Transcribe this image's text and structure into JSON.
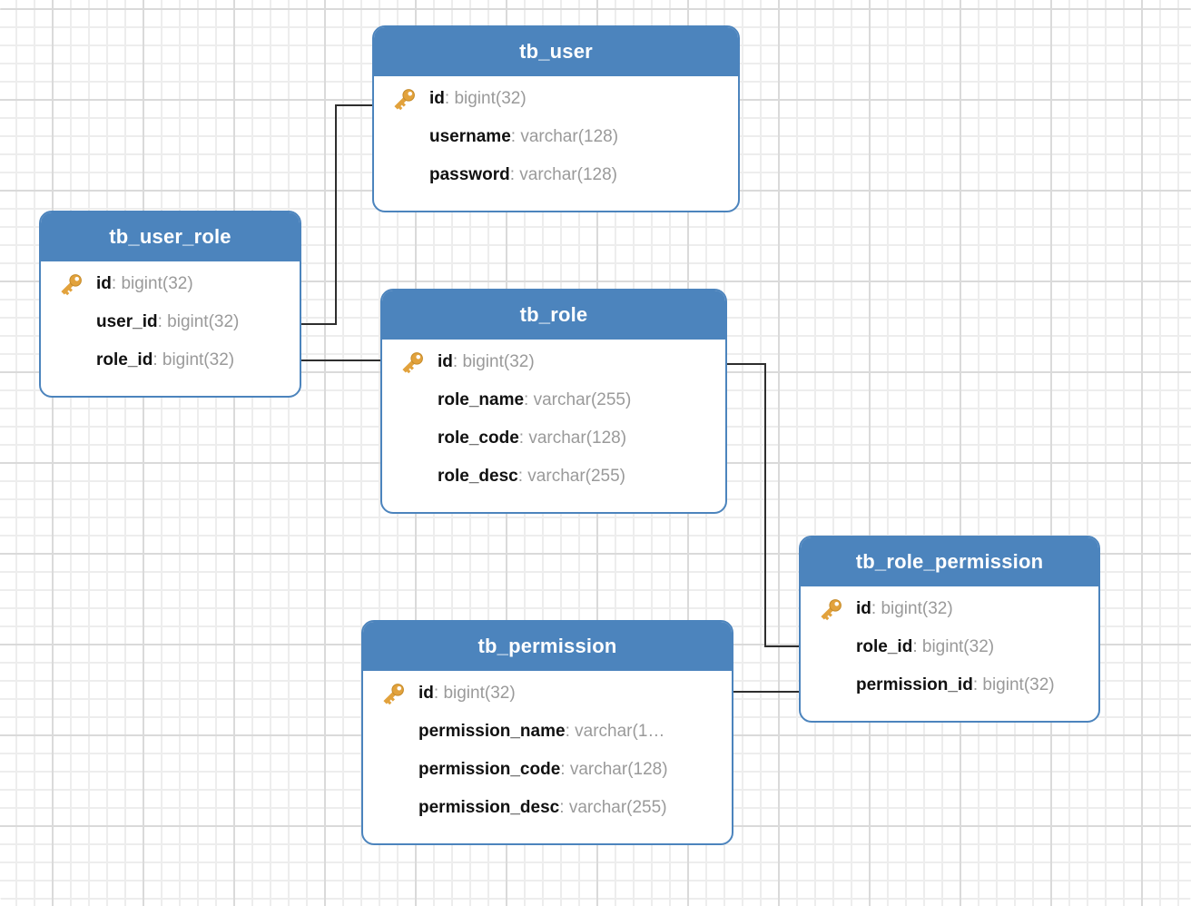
{
  "diagram": {
    "field_separator": ": ",
    "colors": {
      "header_blue": "#4c84bd",
      "table_border_blue": "#4c84bd",
      "key_gold": "#e2a23c",
      "field_name_text": "#111111",
      "field_type_text": "#9a9a9a",
      "relation_line": "#2e2e2e",
      "grid_minor": "#ededed",
      "grid_major": "#dadada"
    },
    "tables": [
      {
        "name": "tb_user",
        "fields": [
          {
            "name": "id",
            "type": "bigint(32)",
            "primary_key": true
          },
          {
            "name": "username",
            "type": "varchar(128)",
            "primary_key": false
          },
          {
            "name": "password",
            "type": "varchar(128)",
            "primary_key": false
          }
        ]
      },
      {
        "name": "tb_user_role",
        "fields": [
          {
            "name": "id",
            "type": "bigint(32)",
            "primary_key": true
          },
          {
            "name": "user_id",
            "type": "bigint(32)",
            "primary_key": false
          },
          {
            "name": "role_id",
            "type": "bigint(32)",
            "primary_key": false
          }
        ]
      },
      {
        "name": "tb_role",
        "fields": [
          {
            "name": "id",
            "type": "bigint(32)",
            "primary_key": true
          },
          {
            "name": "role_name",
            "type": "varchar(255)",
            "primary_key": false
          },
          {
            "name": "role_code",
            "type": "varchar(128)",
            "primary_key": false
          },
          {
            "name": "role_desc",
            "type": "varchar(255)",
            "primary_key": false
          }
        ]
      },
      {
        "name": "tb_role_permission",
        "fields": [
          {
            "name": "id",
            "type": "bigint(32)",
            "primary_key": true
          },
          {
            "name": "role_id",
            "type": "bigint(32)",
            "primary_key": false
          },
          {
            "name": "permission_id",
            "type": "bigint(32)",
            "primary_key": false
          }
        ]
      },
      {
        "name": "tb_permission",
        "fields": [
          {
            "name": "id",
            "type": "bigint(32)",
            "primary_key": true
          },
          {
            "name": "permission_name",
            "type": "varchar(1…",
            "primary_key": false
          },
          {
            "name": "permission_code",
            "type": "varchar(128)",
            "primary_key": false
          },
          {
            "name": "permission_desc",
            "type": "varchar(255)",
            "primary_key": false
          }
        ]
      }
    ],
    "relationships": [
      {
        "from_table": "tb_user_role",
        "from_field": "user_id",
        "to_table": "tb_user",
        "to_field": "id"
      },
      {
        "from_table": "tb_user_role",
        "from_field": "role_id",
        "to_table": "tb_role",
        "to_field": "id"
      },
      {
        "from_table": "tb_role",
        "from_field": "id",
        "to_table": "tb_role_permission",
        "to_field": "role_id"
      },
      {
        "from_table": "tb_permission",
        "from_field": "id",
        "to_table": "tb_role_permission",
        "to_field": "permission_id"
      }
    ]
  }
}
